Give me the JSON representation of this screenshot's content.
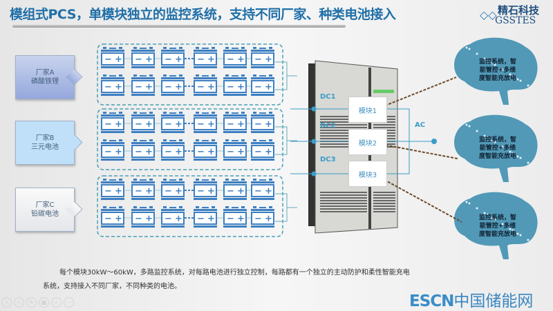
{
  "header": {
    "title": "模组式PCS，单模块独立的监控系统，支持不同厂家、种类电池接入",
    "logo_cn": "精石科技",
    "logo_en": "GSSTES"
  },
  "vendors": [
    {
      "name": "厂家A",
      "type": "磷酸铁锂"
    },
    {
      "name": "厂家B",
      "type": "三元电池"
    },
    {
      "name": "厂家C",
      "type": "铅碳电池"
    }
  ],
  "battery": {
    "minus": "−",
    "plus": "+"
  },
  "pcs": {
    "dc_labels": [
      "DC1",
      "DC2",
      "DC3"
    ],
    "modules": [
      "模块1",
      "模块2",
      "模块3"
    ],
    "ac_label": "AC"
  },
  "brains": [
    {
      "line1": "监控系统，智",
      "line2": "能管控+多维",
      "line3": "度智能充放电"
    },
    {
      "line1": "监控系统，智",
      "line2": "能管控+多维",
      "line3": "度智能充放电"
    },
    {
      "line1": "监控系统，智",
      "line2": "能管控+多维",
      "line3": "度智能充放电"
    }
  ],
  "description": "每个模块30kW～60kW，多路监控系统，对每路电池进行独立控制，每路都有一个独立的主动防护和柔性智能充电系统，支持接入不同厂家，不同种类的电池。",
  "watermark": {
    "brand": "ESCN",
    "site": "中国储能网"
  },
  "nav_icons": [
    "prev",
    "next",
    "pen",
    "grid",
    "zoom",
    "more"
  ],
  "colors": {
    "title": "#1f6fa8",
    "battery": "#3c7fc2",
    "accent": "#3a9cc8",
    "brain": "#3f8fb0"
  }
}
